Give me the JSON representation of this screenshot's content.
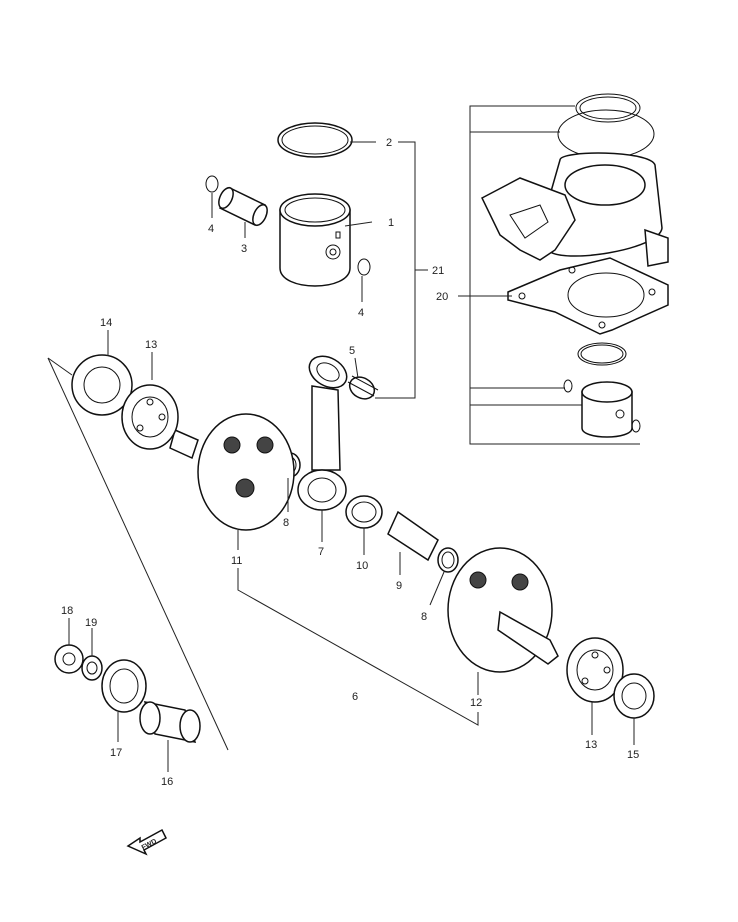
{
  "callouts": {
    "c1": "1",
    "c2": "2",
    "c3": "3",
    "c4a": "4",
    "c4b": "4",
    "c5": "5",
    "c6": "6",
    "c7": "7",
    "c8a": "8",
    "c8b": "8",
    "c9": "9",
    "c10": "10",
    "c11": "11",
    "c12": "12",
    "c13a": "13",
    "c13b": "13",
    "c14": "14",
    "c15": "15",
    "c16": "16",
    "c17": "17",
    "c18": "18",
    "c19": "19",
    "c20": "20",
    "c21": "21"
  },
  "fwd_label": "FWD"
}
